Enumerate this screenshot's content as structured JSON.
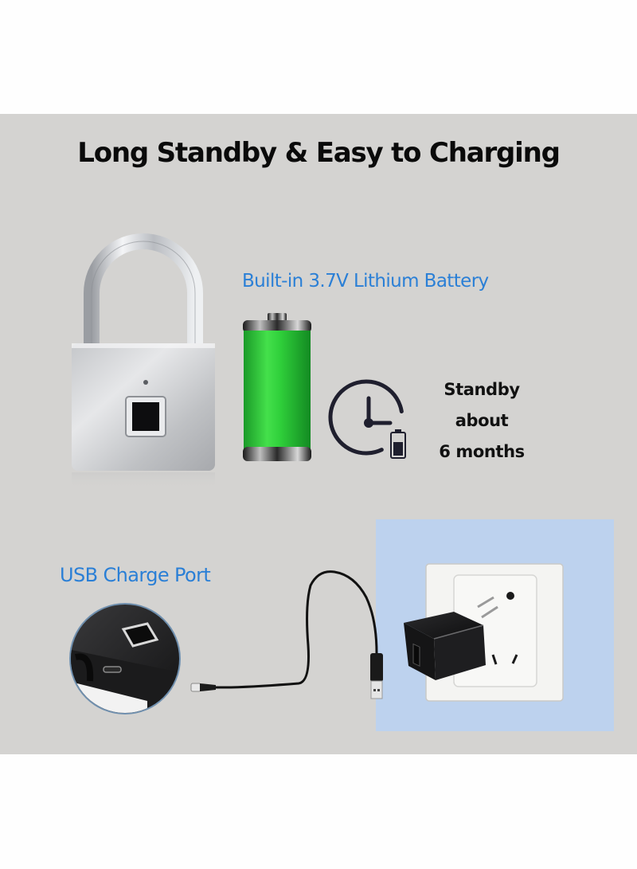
{
  "headline": "Long Standby & Easy to Charging",
  "battery_section": {
    "label": "Built-in 3.7V Lithium Battery",
    "standby_lines": [
      "Standby",
      "about",
      "6 months"
    ],
    "battery_fill_color": "#2fcf3a",
    "label_color": "#2a7fd6"
  },
  "charging_section": {
    "label": "USB Charge Port"
  },
  "colors": {
    "panel_background": "#d4d3d1",
    "page_background": "#fefefe",
    "outlet_backdrop": "#bdd2ee",
    "icon_dark": "#1f1f2e"
  },
  "icons": {
    "padlock": "fingerprint-padlock-icon",
    "battery": "battery-full-icon",
    "clock": "clock-battery-icon",
    "usb_port": "usb-port-closeup-icon",
    "cable": "usb-cable-icon",
    "adapter": "wall-adapter-icon",
    "outlet": "wall-outlet-icon"
  }
}
